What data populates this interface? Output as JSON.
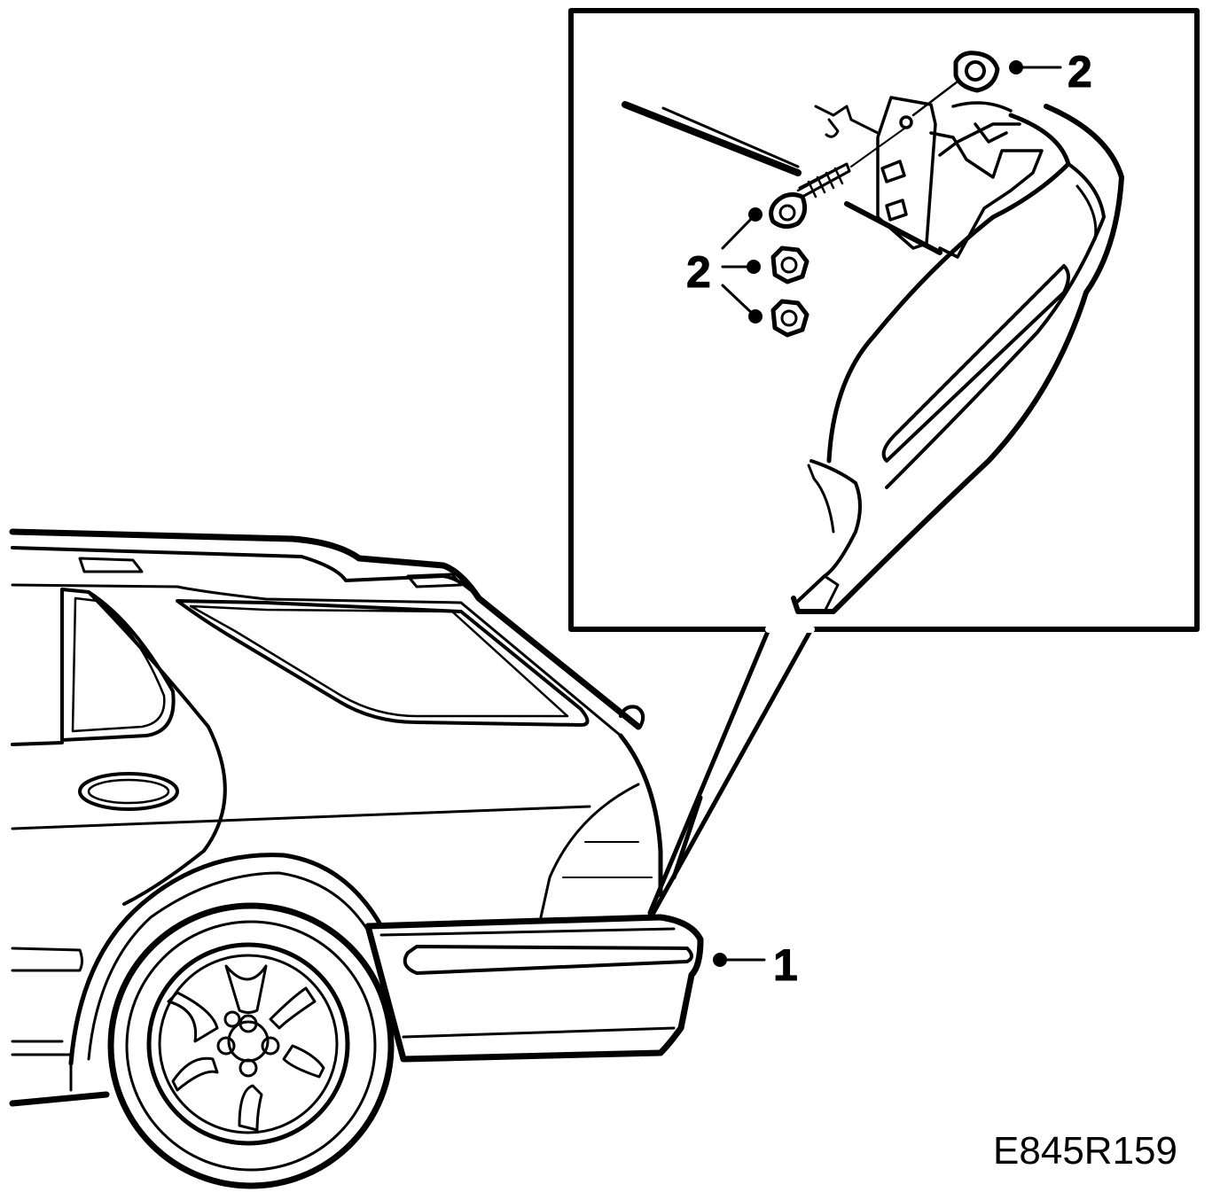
{
  "figure_id": "E845R159",
  "callouts": {
    "bumper": "1",
    "fasteners_top": "2",
    "fasteners_left": "2"
  },
  "parts": [
    "rear-bumper",
    "mounting-bolt",
    "nut",
    "nut",
    "nut",
    "clip"
  ]
}
